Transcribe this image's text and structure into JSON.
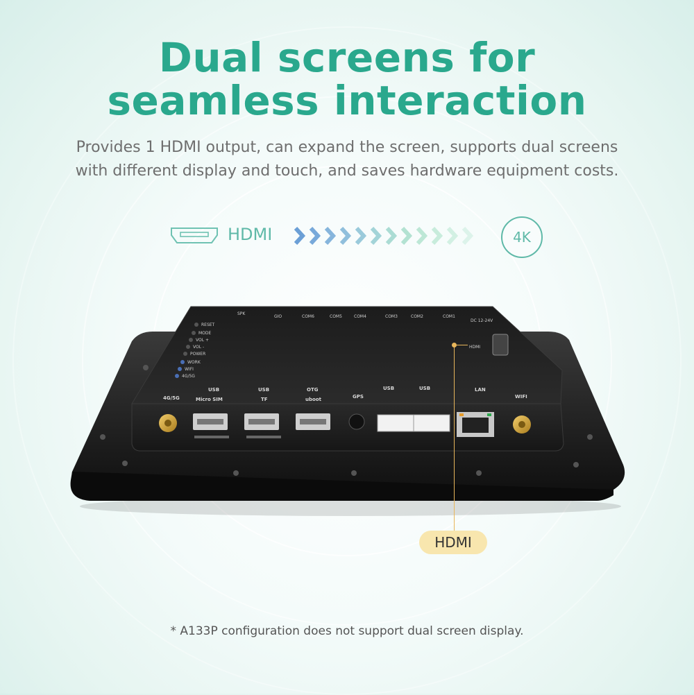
{
  "headline": {
    "line1": "Dual screens for",
    "line2": "seamless interaction"
  },
  "description": {
    "line1": "Provides 1 HDMI output, can expand the screen, supports dual screens",
    "line2": "with different display and touch, and saves hardware equipment costs."
  },
  "hdmi_indicator": {
    "label": "HDMI",
    "resolution_badge": "4K",
    "icon": "hdmi-port-icon"
  },
  "device_labels": {
    "reset": "RESET",
    "mode": "MODE",
    "vol_up": "VOL +",
    "vol_down": "VOL -",
    "power": "POWER",
    "work": "WORK",
    "wifi_led": "WIFI",
    "net_led": "4G/5G",
    "ant_4g": "4G/5G",
    "micro_sim": "Micro SIM",
    "usb": "USB",
    "tf": "TF",
    "otg": "OTG",
    "uboot": "uboot",
    "gps": "GPS",
    "lan": "LAN",
    "wifi": "WIFI",
    "hdmi_port": "HDMI",
    "spk": "SPK",
    "gio": "GIO",
    "com6": "COM6",
    "com5": "COM5",
    "com4": "COM4",
    "com3": "COM3",
    "com2": "COM2",
    "com1": "COM1",
    "dc": "DC 12-24V"
  },
  "callout": {
    "label": "HDMI"
  },
  "footnote": "* A133P configuration does not support dual screen display.",
  "colors": {
    "accent_green": "#2aa88d",
    "light_teal": "#5fb9a8",
    "callout_gold": "#e8b65b",
    "callout_fill": "#f8e6ae"
  }
}
